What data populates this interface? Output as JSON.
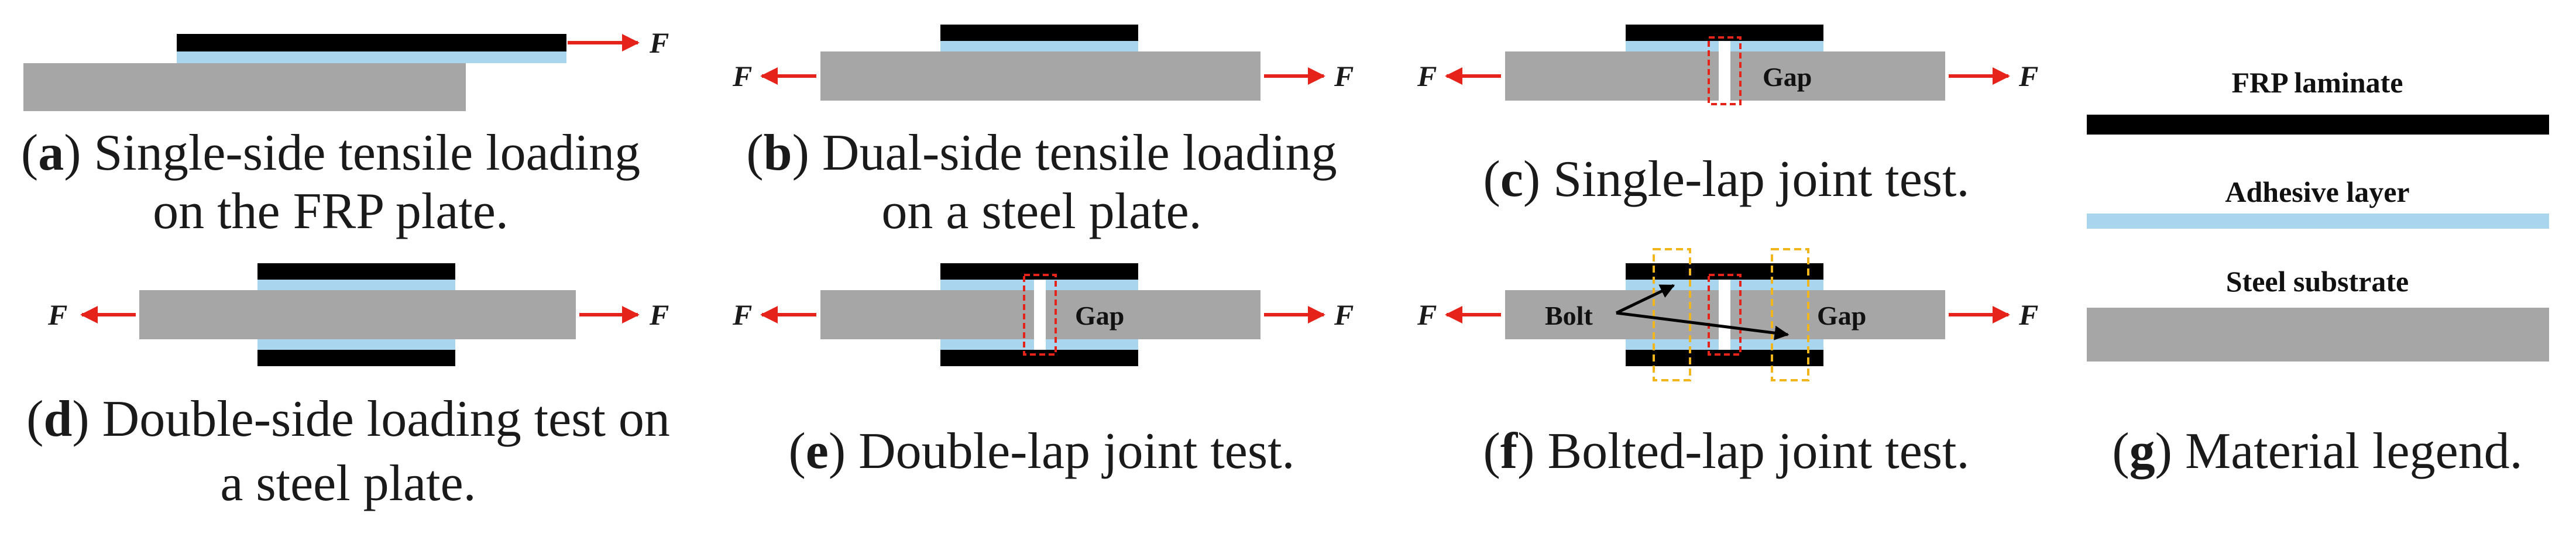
{
  "colors": {
    "frp": "#000000",
    "adhesive": "#a9d5ee",
    "steel": "#a6a6a6",
    "force_arrow": "#e5231b",
    "gap_box": "#e5231b",
    "bolt_box": "#f2b61d",
    "background": "#ffffff"
  },
  "force_symbol": "F",
  "labels": {
    "gap": "Gap",
    "bolt": "Bolt"
  },
  "panels": {
    "a": {
      "letter": "a",
      "line1": "Single-side tensile loading",
      "line2": "on the FRP plate."
    },
    "b": {
      "letter": "b",
      "line1": "Dual-side tensile loading",
      "line2": "on a steel plate."
    },
    "c": {
      "letter": "c",
      "line1": "Single-lap joint test."
    },
    "d": {
      "letter": "d",
      "line1": "Double-side loading test on",
      "line2": "a steel plate."
    },
    "e": {
      "letter": "e",
      "line1": "Double-lap joint test."
    },
    "f": {
      "letter": "f",
      "line1": "Bolted-lap joint test."
    },
    "g": {
      "letter": "g",
      "line1": "Material legend."
    }
  },
  "legend": {
    "frp": "FRP laminate",
    "adhesive": "Adhesive layer",
    "steel": "Steel substrate"
  }
}
